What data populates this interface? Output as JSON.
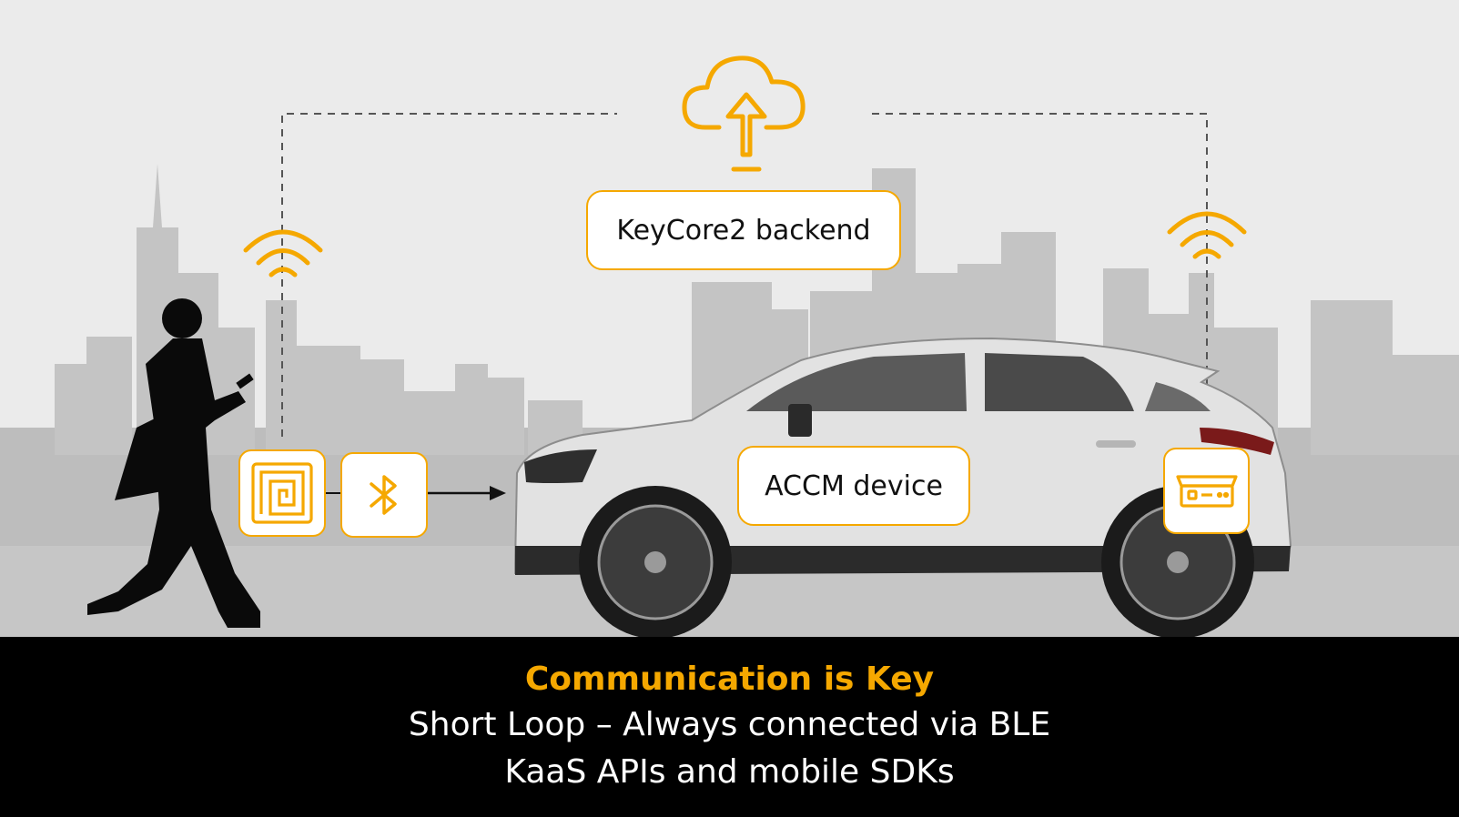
{
  "colors": {
    "accent": "#f5a800",
    "background": "#ebebeb",
    "skyline": "#b9b9b9",
    "band": "#000000"
  },
  "nodes": {
    "backend": {
      "label": "KeyCore2 backend",
      "icon": "cloud-upload-icon"
    },
    "accm": {
      "label": "ACCM device"
    },
    "phone_nfc": {
      "icon": "nfc-icon"
    },
    "phone_ble": {
      "icon": "bluetooth-icon"
    },
    "car_obd": {
      "icon": "obd-device-icon"
    }
  },
  "caption": {
    "headline": "Communication is Key",
    "lines": [
      "Short Loop – Always connected via BLE",
      "KaaS APIs and mobile SDKs"
    ]
  }
}
